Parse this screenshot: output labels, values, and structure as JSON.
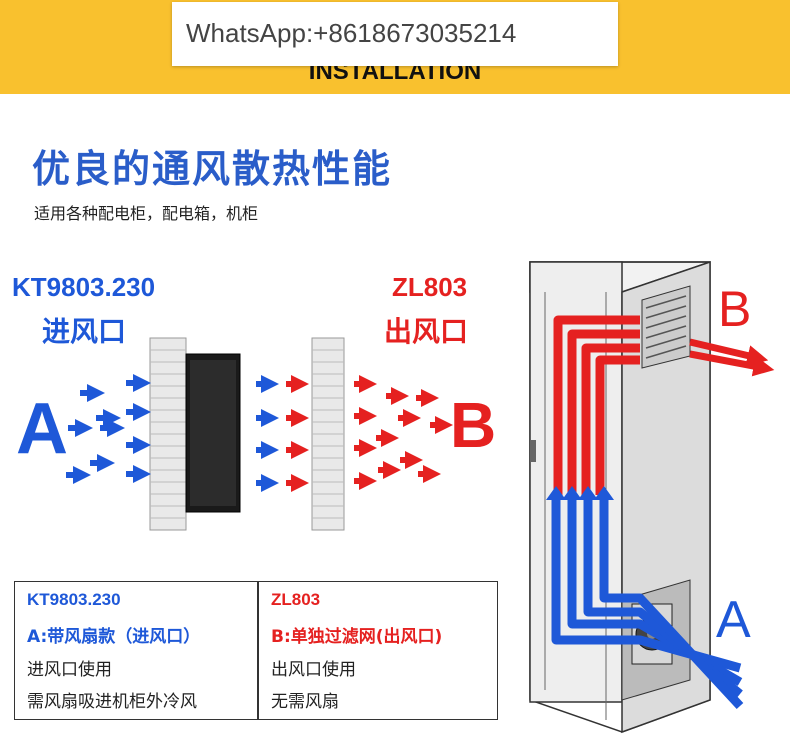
{
  "banner": {
    "title": "通                                   图",
    "subtitle": "INSTALLATION"
  },
  "watermark": "WhatsApp:+8618673035214",
  "headline": "优良的通风散热性能",
  "subline": "适用各种配电柜，配电箱，机柜",
  "inlet": {
    "model": "KT9803.230",
    "name": "进风口",
    "letter": "A"
  },
  "outlet": {
    "model": "ZL803",
    "name": "出风口",
    "letter": "B"
  },
  "cabinet": {
    "top_letter": "B",
    "bottom_letter": "A"
  },
  "table": {
    "left": {
      "model": "KT9803.230",
      "type": "A:带风扇款（进风口）",
      "use": "进风口使用",
      "note": "需风扇吸进机柜外冷风"
    },
    "right": {
      "model": "ZL803",
      "type": "B:单独过滤网(出风口)",
      "use": "出风口使用",
      "note": "无需风扇"
    }
  },
  "colors": {
    "banner": "#f9c12e",
    "blue": "#1e58d8",
    "red": "#e52120",
    "headline": "#2a5dc9"
  }
}
